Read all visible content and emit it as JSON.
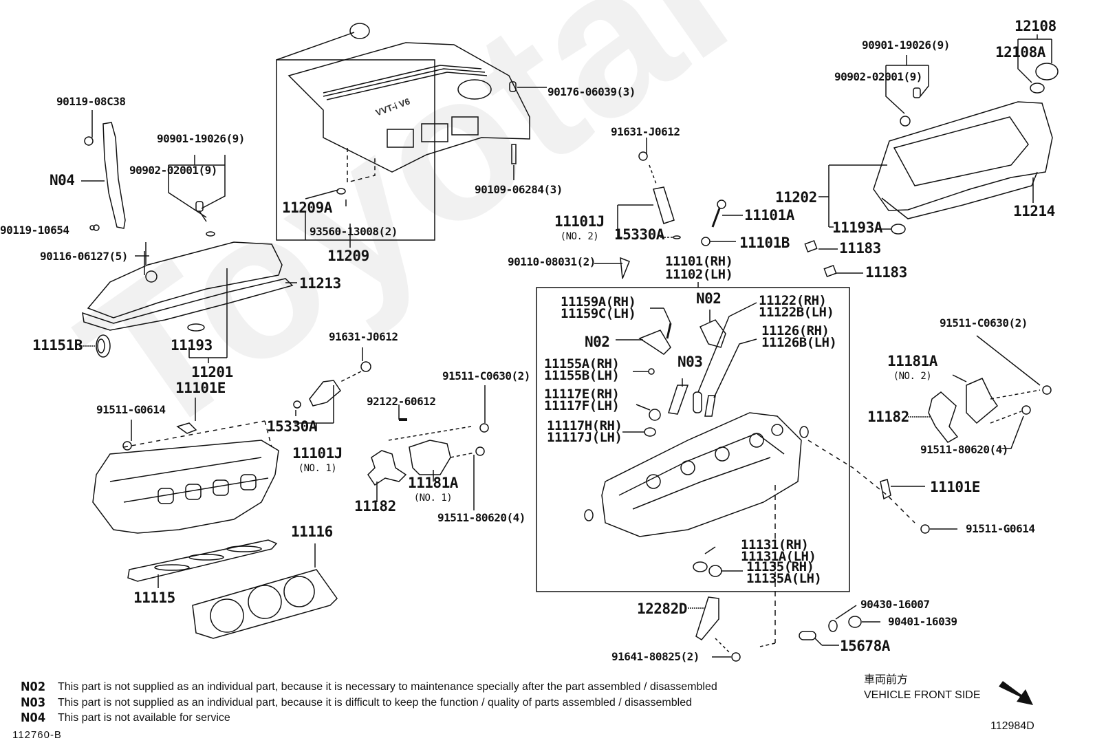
{
  "watermark": "ToyotaPartsNet",
  "labels": {
    "p90119_08C38": "90119-08C38",
    "n04": "N04",
    "p90119_10654": "90119-10654",
    "p90901_19026_l": "90901-19026(9)",
    "p90902_02001_l": "90902-02001(9)",
    "p90116_06127": "90116-06127(5)",
    "p11213": "11213",
    "p11151B": "11151B",
    "p11193": "11193",
    "p11201": "11201",
    "p11101E_l": "11101E",
    "p91511_G0614_l": "91511-G0614",
    "p15330A_l": "15330A",
    "p11101J_no1": "11101J",
    "no1": "(NO. 1)",
    "p91631_J0612_l": "91631-J0612",
    "p92122_60612": "92122-60612",
    "p91511_C0630_l": "91511-C0630(2)",
    "p11182_l": "11182",
    "p11181A_no1": "11181A",
    "no1b": "(NO. 1)",
    "p91511_80620_l": "91511-80620(4)",
    "p11116": "11116",
    "p11115": "11115",
    "p11209A": "11209A",
    "p93560_13008": "93560-13008(2)",
    "p11209": "11209",
    "p90176_06039": "90176-06039(3)",
    "p90109_06284": "90109-06284(3)",
    "p91631_J0612_r": "91631-J0612",
    "p11101J_no2": "11101J",
    "no2": "(NO. 2)",
    "p15330A_r": "15330A",
    "p90110_08031": "90110-08031(2)",
    "p11101A": "11101A",
    "p11101B": "11101B",
    "p11101": "11101(RH)",
    "p11102": "11102(LH)",
    "p90901_19026_r": "90901-19026(9)",
    "p90902_02001_r": "90902-02001(9)",
    "p12108": "12108",
    "p12108A": "12108A",
    "p11202": "11202",
    "p11214": "11214",
    "p11193A": "11193A",
    "p11183a": "11183",
    "p11183b": "11183",
    "p11159A": "11159A(RH)",
    "p11159C": "11159C(LH)",
    "n02a": "N02",
    "n02b": "N02",
    "n03": "N03",
    "p11155A": "11155A(RH)",
    "p11155B": "11155B(LH)",
    "p11117E": "11117E(RH)",
    "p11117F": "11117F(LH)",
    "p11117H": "11117H(RH)",
    "p11117J": "11117J(LH)",
    "p11122": "11122(RH)",
    "p11122B": "11122B(LH)",
    "p11126": "11126(RH)",
    "p11126B": "11126B(LH)",
    "p11131": "11131(RH)",
    "p11131A": "11131A(LH)",
    "p11135": "11135(RH)",
    "p11135A": "11135A(LH)",
    "p91511_C0630_r": "91511-C0630(2)",
    "p11181A_no2": "11181A",
    "no2b": "(NO. 2)",
    "p11182_r": "11182",
    "p91511_80620_r": "91511-80620(4)",
    "p11101E_r": "11101E",
    "p91511_G0614_r": "91511-G0614",
    "p12282D": "12282D",
    "p91641_80825": "91641-80825(2)",
    "p90430_16007": "90430-16007",
    "p90401_16039": "90401-16039",
    "p15678A": "15678A",
    "cover_badge": "VVT-i V6"
  },
  "notes": [
    {
      "code": "N02",
      "text": "This part is not supplied as an individual part, because it is necessary to maintenance specially after the part assembled / disassembled"
    },
    {
      "code": "N03",
      "text": "This part is not supplied as an individual part, because it is difficult to keep the function / quality of parts  assembled / disassembled"
    },
    {
      "code": "N04",
      "text": "This part is not available for service"
    }
  ],
  "front_side": {
    "jp": "車両前方",
    "en": "VEHICLE FRONT SIDE"
  },
  "diagram_ids": {
    "left": "112760-B",
    "right": "112984D"
  }
}
